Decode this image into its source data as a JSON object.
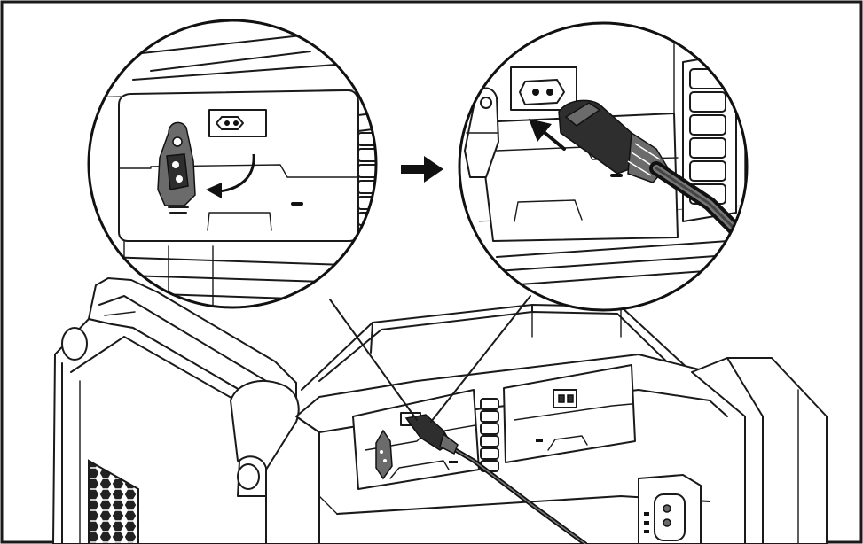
{
  "figure": {
    "colors": {
      "line": "#1a1a1a",
      "plug_dark": "#2e2e2e",
      "plug_mid": "#6b6b6b",
      "background": "#ffffff"
    },
    "elements": {
      "left_inset": "port-cover-flip-detail",
      "right_inset": "power-cord-insert-detail",
      "arrow_between": "arrow-right-icon",
      "flip_arrow": "curved-arrow-icon",
      "insert_arrow": "straight-arrow-icon",
      "cord": "power-cord",
      "device": "portable-power-station"
    }
  }
}
